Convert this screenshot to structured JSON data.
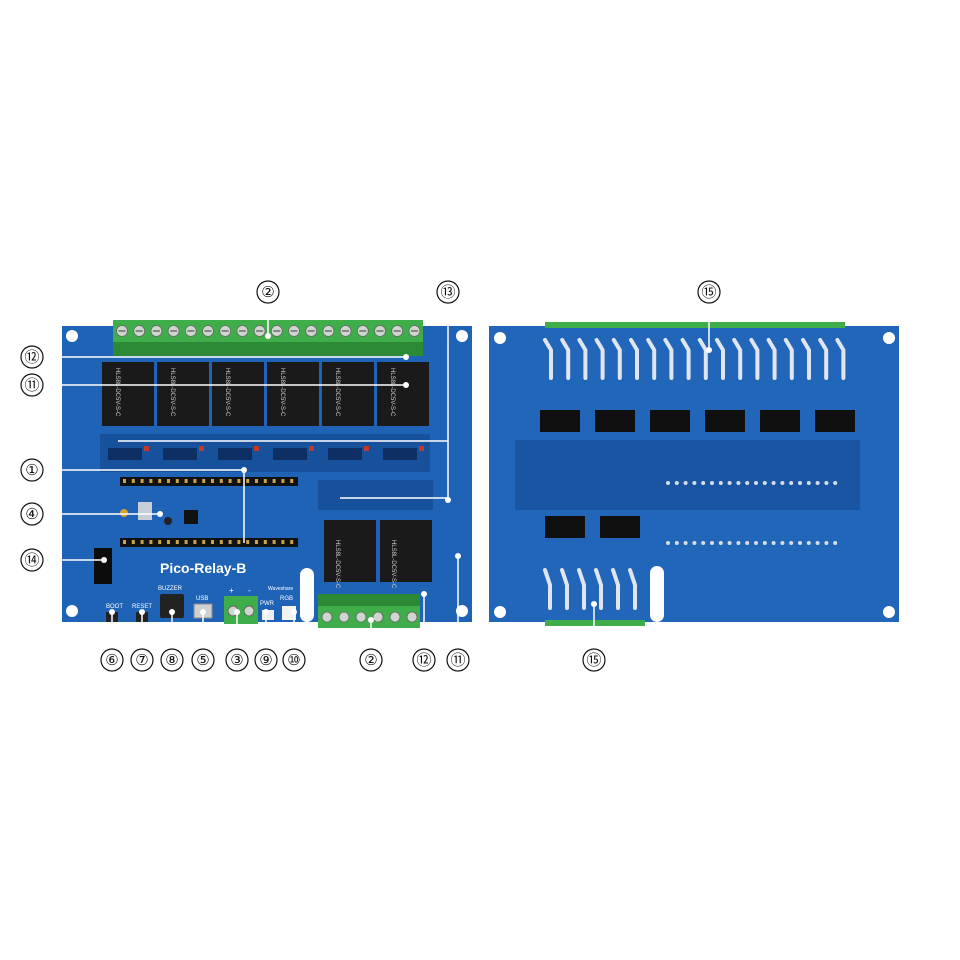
{
  "front_board": {
    "title": "Pico-Relay-B",
    "brand": "Waveshare",
    "silk": {
      "boot": "BOOT",
      "reset": "RESET",
      "buzzer": "BUZZER",
      "usb": "USB",
      "pwr": "PWR",
      "rgb": "RGB",
      "plus": "+",
      "minus": "-"
    },
    "relay_marking": "HLS8L-DC5V-S-C"
  },
  "callouts": {
    "front_top": [
      "②",
      "⑬"
    ],
    "front_left": [
      "⑫",
      "⑪",
      "①",
      "④",
      "⑭"
    ],
    "front_bottom": [
      "⑥",
      "⑦",
      "⑧",
      "⑤",
      "③",
      "⑨",
      "⑩",
      "②",
      "⑫",
      "⑪"
    ],
    "back": [
      "⑮",
      "⑮"
    ]
  },
  "colors": {
    "pcb_blue": "#1e5fb0",
    "pcb_dark": "#0f3a7a",
    "terminal_green": "#3fae4a",
    "relay_black": "#1a1a1a",
    "silk_white": "#ffffff"
  }
}
